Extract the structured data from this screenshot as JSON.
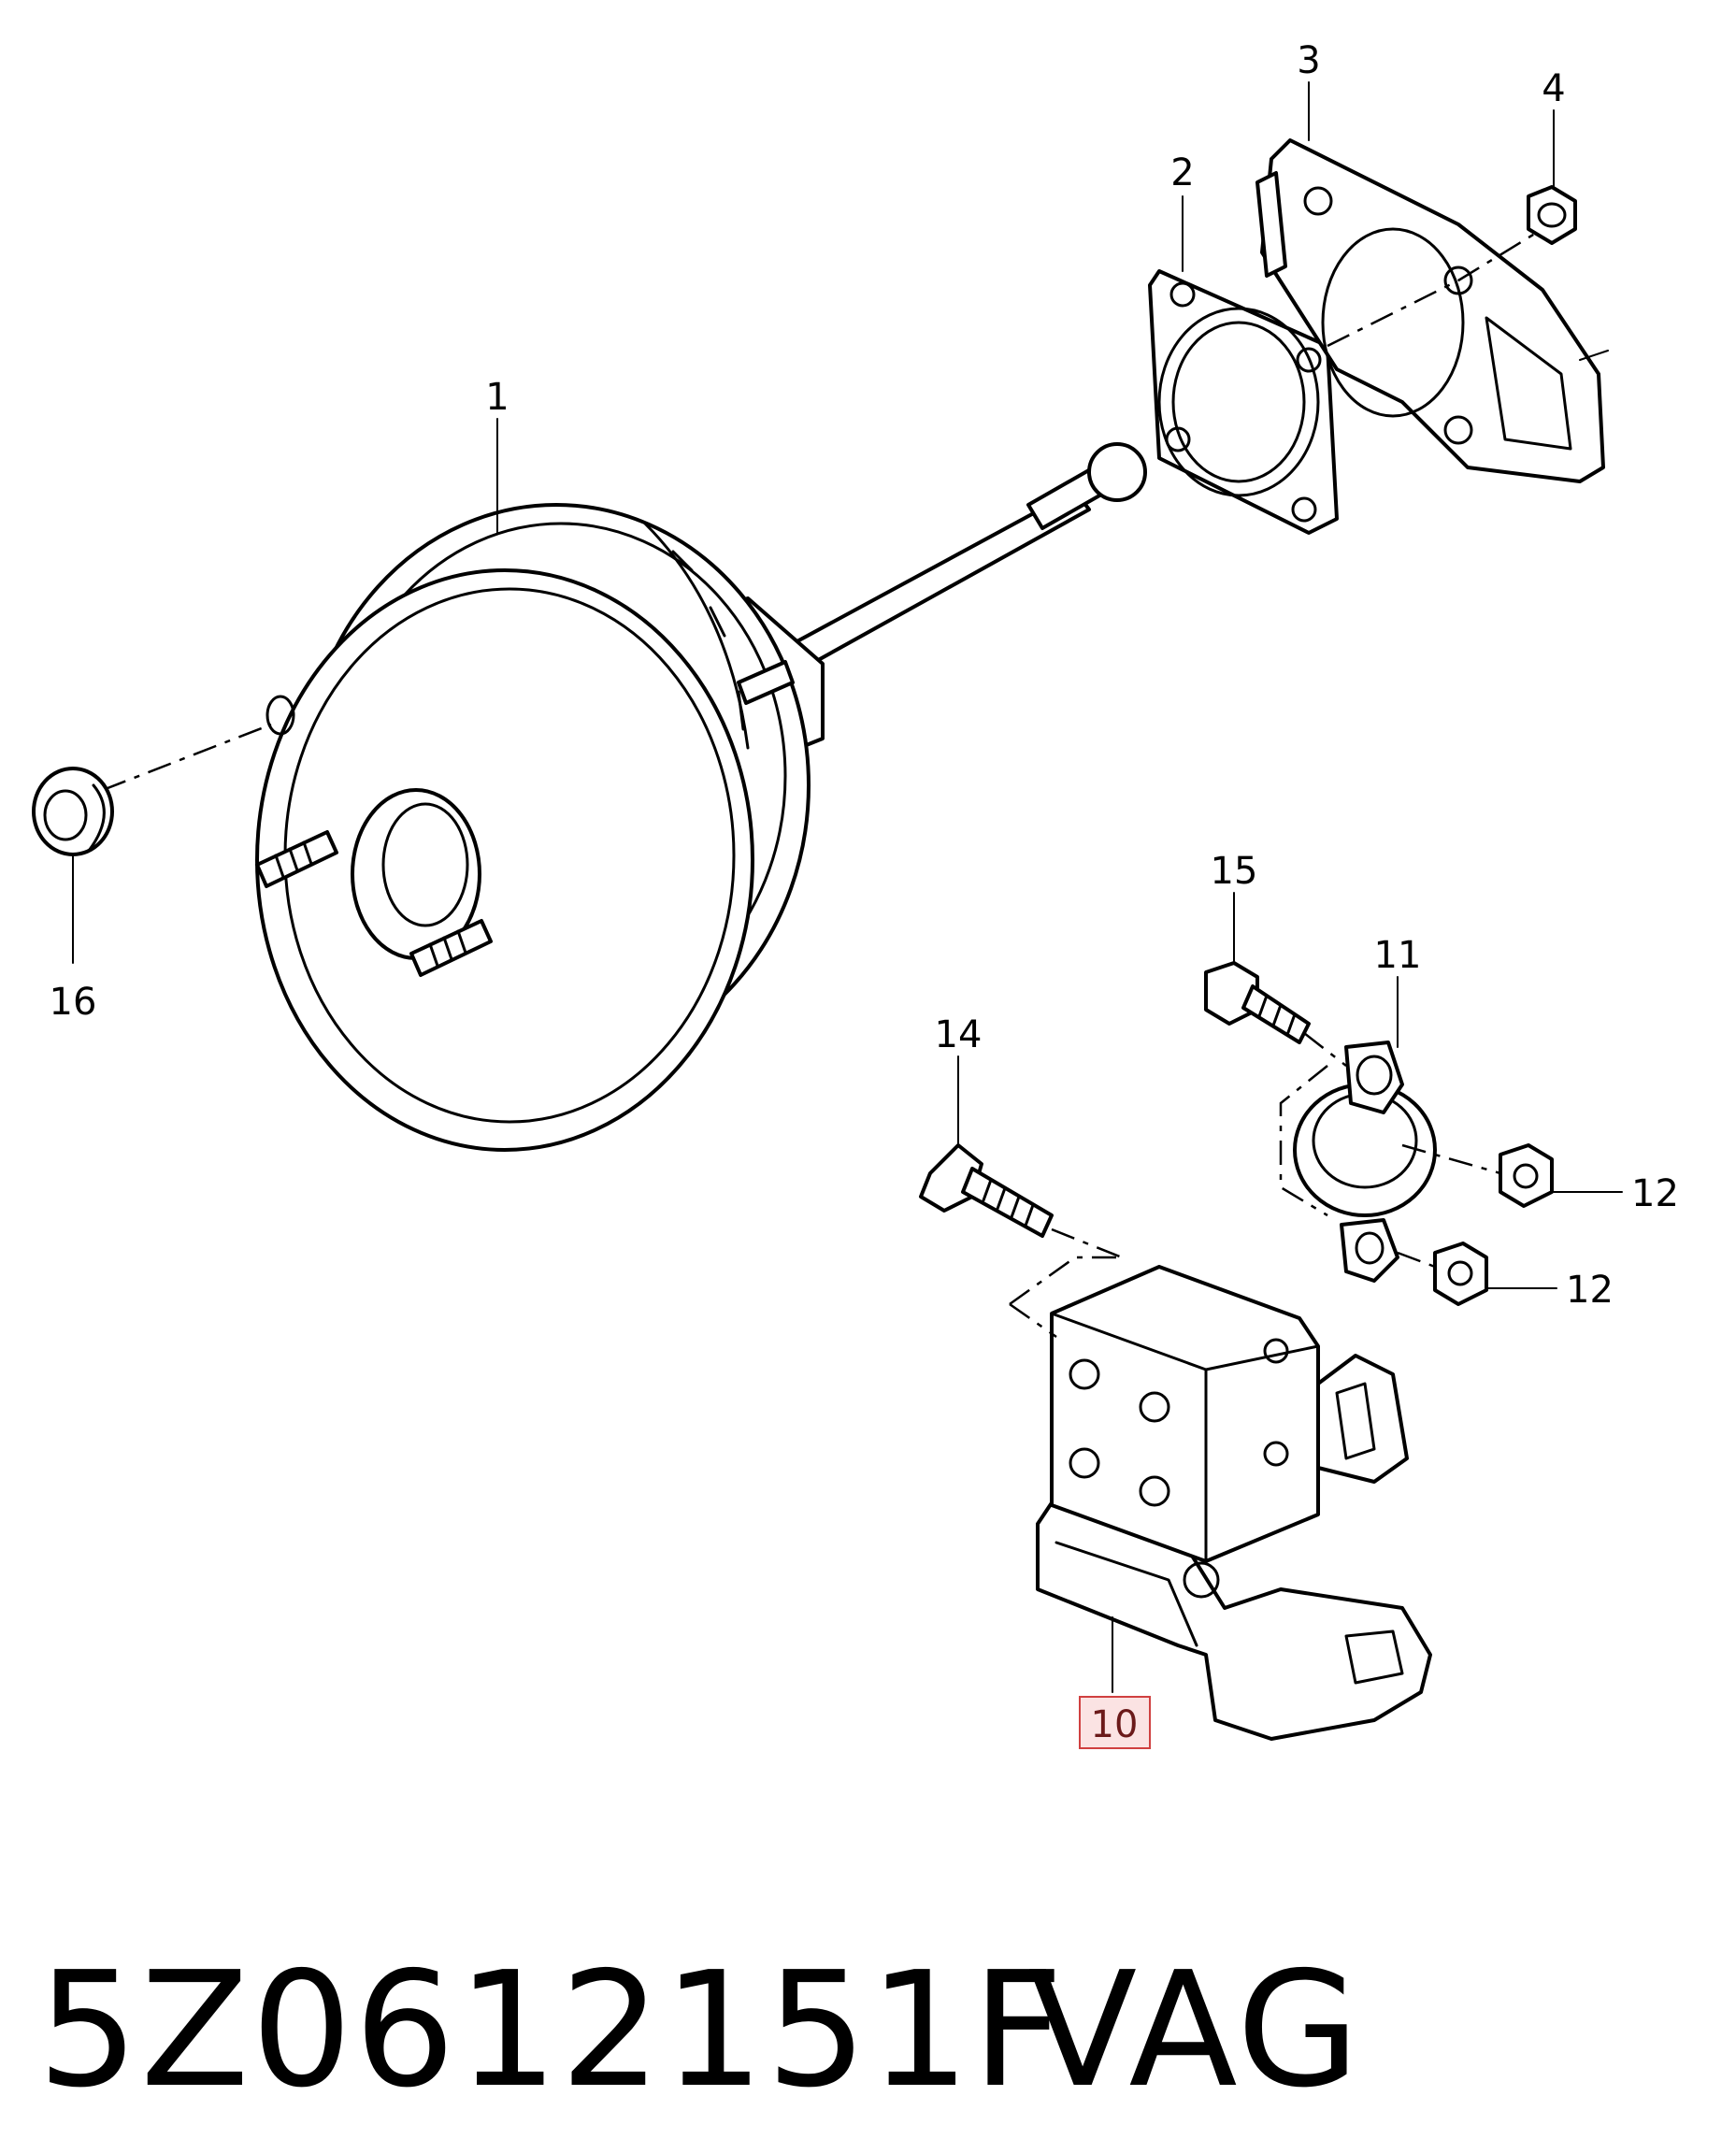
{
  "callouts": [
    {
      "id": "1",
      "text": "1"
    },
    {
      "id": "2",
      "text": "2"
    },
    {
      "id": "3",
      "text": "3"
    },
    {
      "id": "4",
      "text": "4"
    },
    {
      "id": "10",
      "text": "10",
      "highlighted": true
    },
    {
      "id": "11",
      "text": "11"
    },
    {
      "id": "12a",
      "text": "12"
    },
    {
      "id": "12b",
      "text": "12"
    },
    {
      "id": "14",
      "text": "14"
    },
    {
      "id": "15",
      "text": "15"
    },
    {
      "id": "16",
      "text": "16"
    }
  ],
  "caption": {
    "part_number": "5Z0612151F",
    "brand": "VAG"
  },
  "colors": {
    "highlight_fill": "#fbe3e3",
    "highlight_stroke": "#d04040"
  }
}
